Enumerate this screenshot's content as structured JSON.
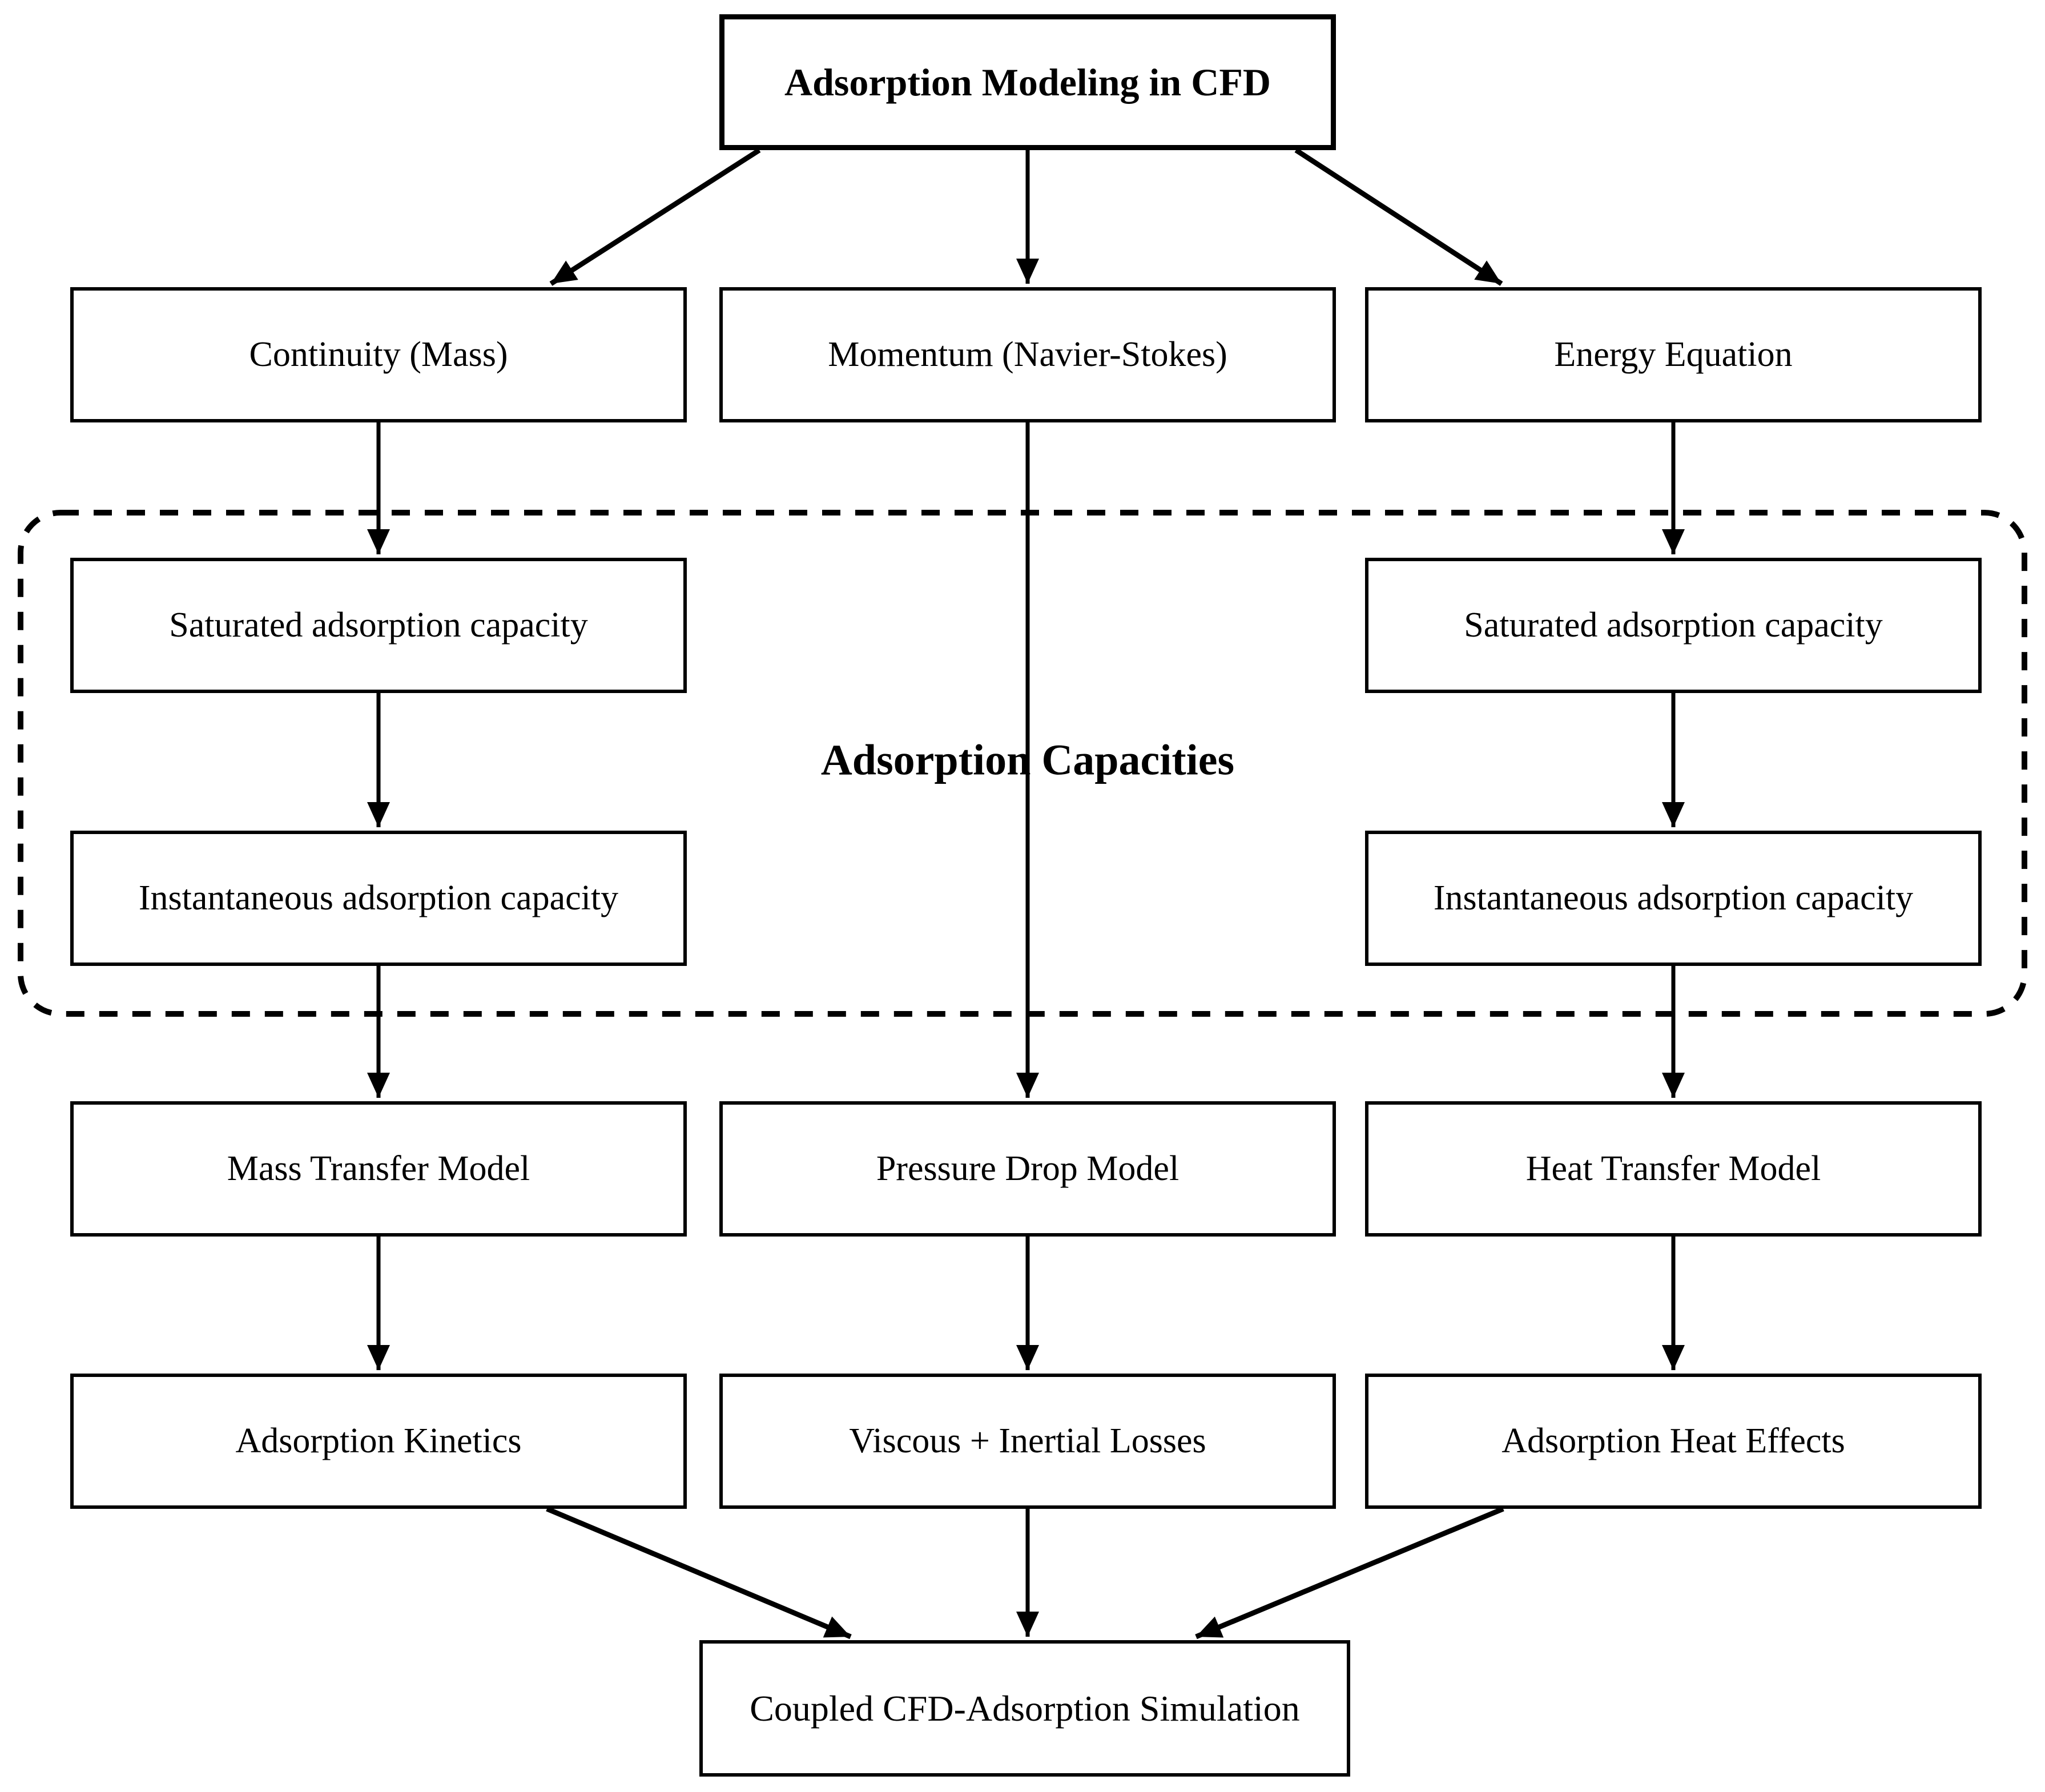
{
  "diagram": {
    "title": "Adsorption Modeling in CFD",
    "group_label": "Adsorption Capacities",
    "nodes": {
      "continuity": "Continuity (Mass)",
      "momentum": "Momentum (Navier-Stokes)",
      "energy": "Energy Equation",
      "saturated_left": "Saturated adsorption capacity",
      "saturated_right": "Saturated adsorption capacity",
      "instantaneous_left": "Instantaneous adsorption capacity",
      "instantaneous_right": "Instantaneous adsorption capacity",
      "mass_transfer": "Mass Transfer Model",
      "pressure_drop": "Pressure Drop Model",
      "heat_transfer": "Heat Transfer Model",
      "adsorption_kinetics": "Adsorption Kinetics",
      "viscous_inertial": "Viscous + Inertial Losses",
      "adsorption_heat": "Adsorption Heat Effects",
      "coupled": "Coupled CFD-Adsorption Simulation"
    },
    "colors": {
      "line": "#000000",
      "box_fill": "#ffffff",
      "text": "#000000",
      "page_bg": "#ffffff"
    }
  }
}
